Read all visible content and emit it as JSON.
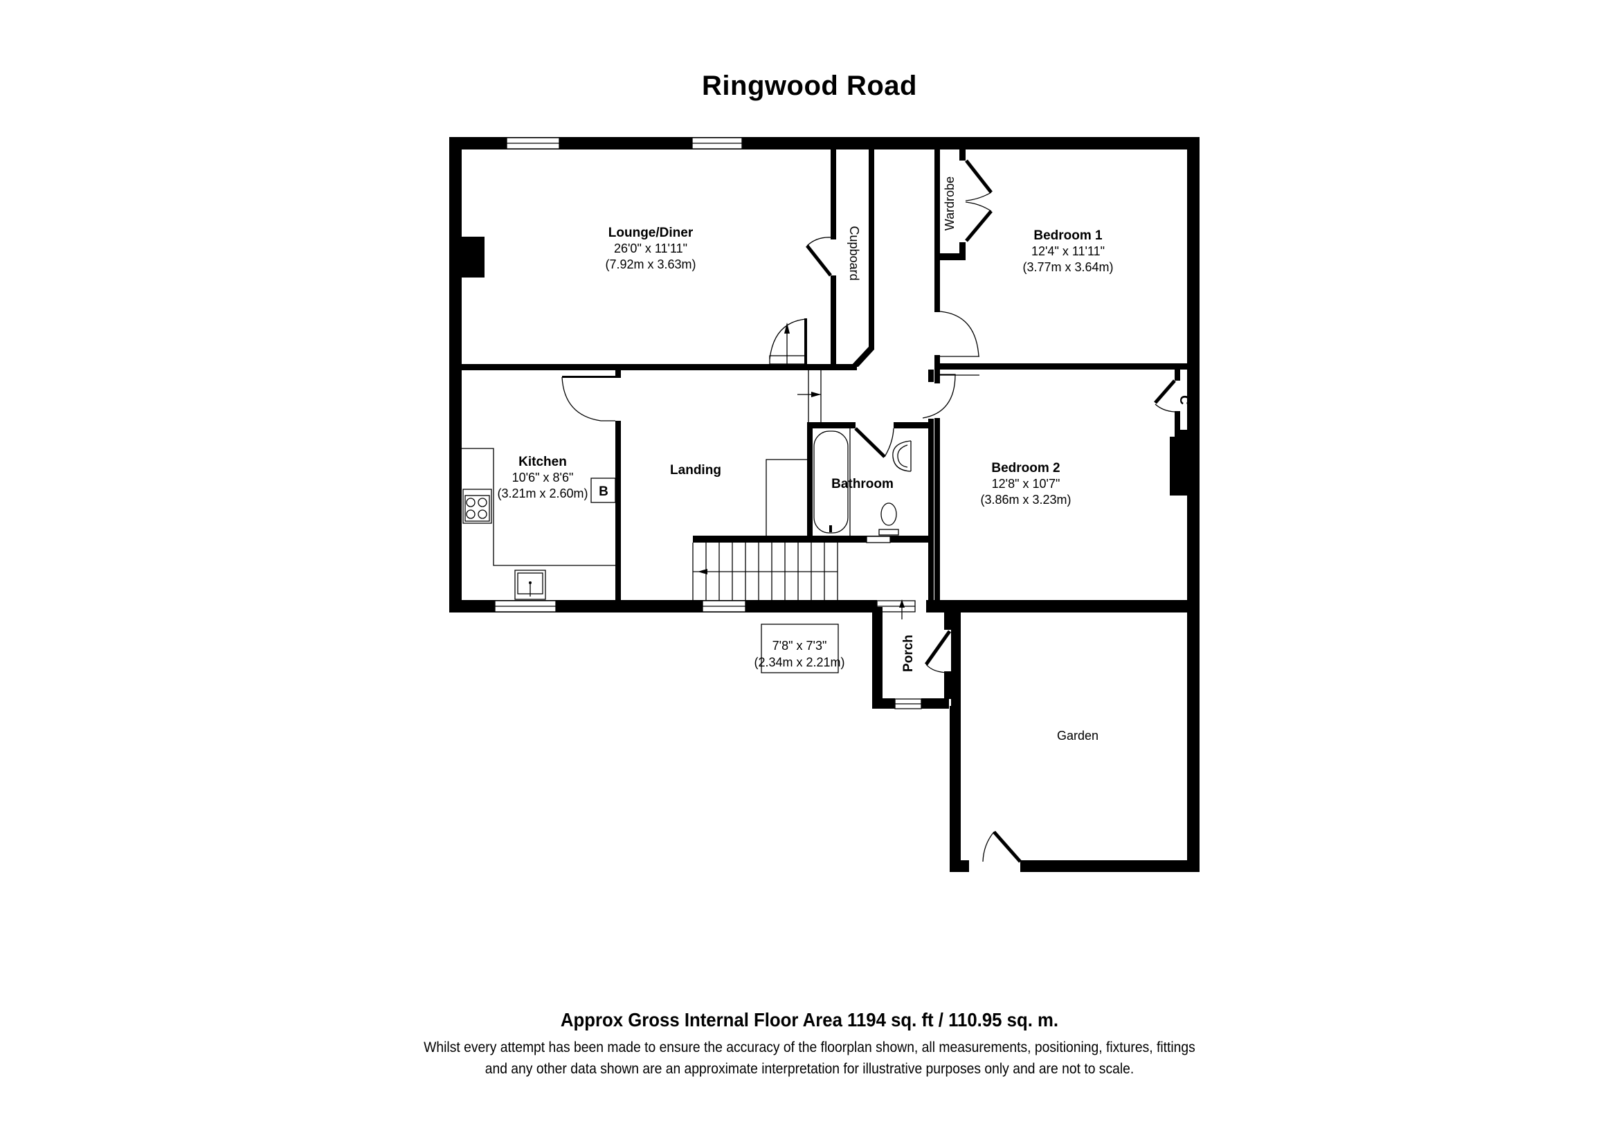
{
  "title": "Ringwood Road",
  "rooms": {
    "lounge": {
      "name": "Lounge/Diner",
      "dim_imperial": "26'0\" x 11'11\"",
      "dim_metric": "(7.92m x 3.63m)"
    },
    "bedroom1": {
      "name": "Bedroom 1",
      "dim_imperial": "12'4\" x 11'11\"",
      "dim_metric": "(3.77m x 3.64m)"
    },
    "kitchen": {
      "name": "Kitchen",
      "dim_imperial": "10'6\" x 8'6\"",
      "dim_metric": "(3.21m x 2.60m)"
    },
    "landing": {
      "name": "Landing"
    },
    "bathroom": {
      "name": "Bathroom"
    },
    "bedroom2": {
      "name": "Bedroom 2",
      "dim_imperial": "12'8\" x 10'7\"",
      "dim_metric": "(3.86m x 3.23m)"
    },
    "porch": {
      "name": "Porch"
    },
    "garden": {
      "name": "Garden"
    },
    "outbuilding": {
      "dim_imperial": "7'8\" x 7'3\"",
      "dim_metric": "(2.34m x 2.21m)"
    }
  },
  "labels": {
    "cupboard": "Cupboard",
    "wardrobe": "Wardrobe",
    "cupboard_c": "C",
    "boiler_b": "B"
  },
  "footer": {
    "area": "Approx Gross Internal Floor Area 1194 sq. ft / 110.95 sq. m.",
    "disclaimer_line1": "Whilst every attempt has been made to ensure the accuracy of the floorplan shown, all measurements, positioning, fixtures, fittings",
    "disclaimer_line2": "and any other data shown are an approximate interpretation for illustrative purposes only and are not to scale."
  }
}
